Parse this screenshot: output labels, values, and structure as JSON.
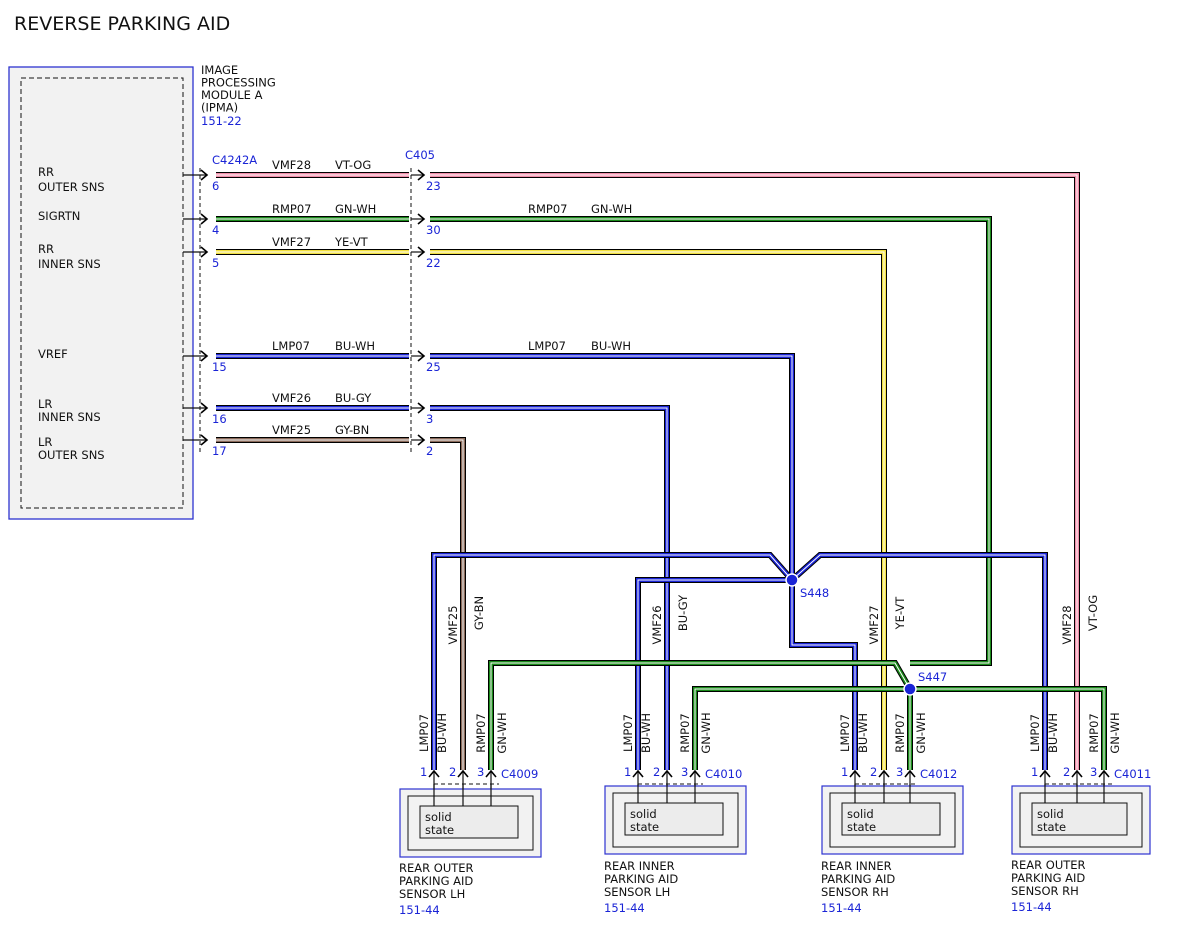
{
  "title": "REVERSE PARKING AID",
  "module": {
    "name_lines": [
      "IMAGE",
      "PROCESSING",
      "MODULE A",
      "(IPMA)"
    ],
    "ref": "151-22",
    "pins": [
      {
        "label_lines": [
          "RR",
          "OUTER SNS"
        ],
        "pin": "6"
      },
      {
        "label_lines": [
          "SIGRTN"
        ],
        "pin": "4"
      },
      {
        "label_lines": [
          "RR",
          "INNER SNS"
        ],
        "pin": "5"
      },
      {
        "label_lines": [
          "VREF"
        ],
        "pin": "15"
      },
      {
        "label_lines": [
          "LR",
          "INNER SNS"
        ],
        "pin": "16"
      },
      {
        "label_lines": [
          "LR",
          "OUTER SNS"
        ],
        "pin": "17"
      }
    ]
  },
  "connectors": {
    "module": "C4242A",
    "inline": "C405"
  },
  "circuits": [
    {
      "circuit": "VMF28",
      "color": "VT-OG",
      "pin_a": "6",
      "pin_b": "23",
      "hex": "#f08ca8"
    },
    {
      "circuit": "RMP07",
      "color": "GN-WH",
      "pin_a": "4",
      "pin_b": "30",
      "hex": "#1a8a1a"
    },
    {
      "circuit": "VMF27",
      "color": "YE-VT",
      "pin_a": "5",
      "pin_b": "22",
      "hex": "#f2e040"
    },
    {
      "circuit": "LMP07",
      "color": "BU-WH",
      "pin_a": "15",
      "pin_b": "25",
      "hex": "#1a24d6"
    },
    {
      "circuit": "VMF26",
      "color": "BU-GY",
      "pin_a": "16",
      "pin_b": "3",
      "hex": "#1a24d6"
    },
    {
      "circuit": "VMF25",
      "color": "GY-BN",
      "pin_a": "17",
      "pin_b": "2",
      "hex": "#8a6a5a"
    }
  ],
  "right_labels": [
    {
      "circuit": "RMP07",
      "color": "GN-WH"
    },
    {
      "circuit": "LMP07",
      "color": "BU-WH"
    }
  ],
  "splices": [
    "S448",
    "S447"
  ],
  "sensors": [
    {
      "connector": "C4009",
      "vert_circuit": "VMF25",
      "vert_color": "GY-BN",
      "pins": [
        "1",
        "2",
        "3"
      ],
      "pin_wires": [
        {
          "circuit": "LMP07",
          "color": "BU-WH"
        },
        {
          "circuit": "RMP07",
          "color": "GN-WH"
        }
      ],
      "body": [
        "solid",
        "state"
      ],
      "name_lines": [
        "REAR OUTER",
        "PARKING AID",
        "SENSOR LH"
      ],
      "ref": "151-44"
    },
    {
      "connector": "C4010",
      "vert_circuit": "VMF26",
      "vert_color": "BU-GY",
      "pins": [
        "1",
        "2",
        "3"
      ],
      "pin_wires": [
        {
          "circuit": "LMP07",
          "color": "BU-WH"
        },
        {
          "circuit": "RMP07",
          "color": "GN-WH"
        }
      ],
      "body": [
        "solid",
        "state"
      ],
      "name_lines": [
        "REAR INNER",
        "PARKING AID",
        "SENSOR LH"
      ],
      "ref": "151-44"
    },
    {
      "connector": "C4012",
      "vert_circuit": "VMF27",
      "vert_color": "YE-VT",
      "pins": [
        "1",
        "2",
        "3"
      ],
      "pin_wires": [
        {
          "circuit": "LMP07",
          "color": "BU-WH"
        },
        {
          "circuit": "RMP07",
          "color": "GN-WH"
        }
      ],
      "body": [
        "solid",
        "state"
      ],
      "name_lines": [
        "REAR INNER",
        "PARKING AID",
        "SENSOR RH"
      ],
      "ref": "151-44"
    },
    {
      "connector": "C4011",
      "vert_circuit": "VMF28",
      "vert_color": "VT-OG",
      "pins": [
        "1",
        "2",
        "3"
      ],
      "pin_wires": [
        {
          "circuit": "LMP07",
          "color": "BU-WH"
        },
        {
          "circuit": "RMP07",
          "color": "GN-WH"
        }
      ],
      "body": [
        "solid",
        "state"
      ],
      "name_lines": [
        "REAR OUTER",
        "PARKING AID",
        "SENSOR RH"
      ],
      "ref": "151-44"
    }
  ]
}
